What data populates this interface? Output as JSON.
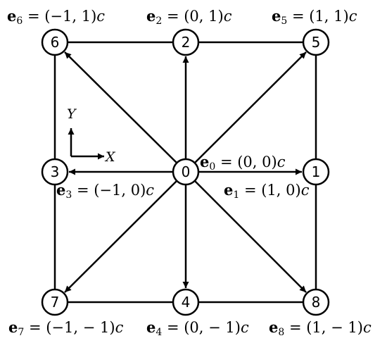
{
  "nodes": [
    {
      "id": "0",
      "label": "0"
    },
    {
      "id": "1",
      "label": "1"
    },
    {
      "id": "2",
      "label": "2"
    },
    {
      "id": "3",
      "label": "3"
    },
    {
      "id": "4",
      "label": "4"
    },
    {
      "id": "5",
      "label": "5"
    },
    {
      "id": "6",
      "label": "6"
    },
    {
      "id": "7",
      "label": "7"
    },
    {
      "id": "8",
      "label": "8"
    }
  ],
  "vectors": {
    "e0": {
      "sym": "e",
      "sub": "0",
      "eq": " = (0, 0)",
      "unit": "c"
    },
    "e1": {
      "sym": "e",
      "sub": "1",
      "eq": " = (1, 0)",
      "unit": "c"
    },
    "e2": {
      "sym": "e",
      "sub": "2",
      "eq": " = (0, 1)",
      "unit": "c"
    },
    "e3": {
      "sym": "e",
      "sub": "3",
      "eq": " = (−1, 0)",
      "unit": "c"
    },
    "e4": {
      "sym": "e",
      "sub": "4",
      "eq": " = (0, − 1)",
      "unit": "c"
    },
    "e5": {
      "sym": "e",
      "sub": "5",
      "eq": " = (1, 1)",
      "unit": "c"
    },
    "e6": {
      "sym": "e",
      "sub": "6",
      "eq": " = (−1, 1)",
      "unit": "c"
    },
    "e7": {
      "sym": "e",
      "sub": "7",
      "eq": " = (−1, − 1)",
      "unit": "c"
    },
    "e8": {
      "sym": "e",
      "sub": "8",
      "eq": " = (1, − 1)",
      "unit": "c"
    }
  },
  "axes": {
    "x": "X",
    "y": "Y"
  }
}
